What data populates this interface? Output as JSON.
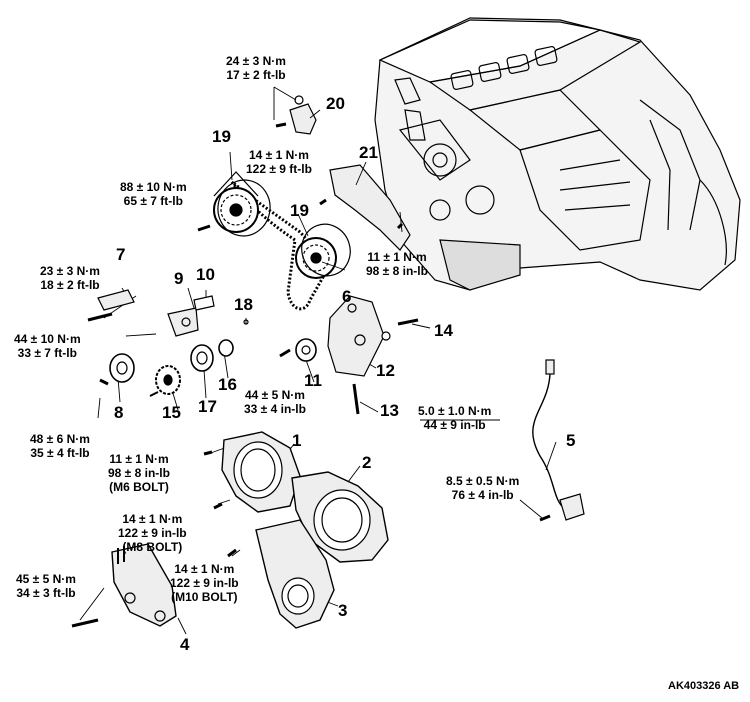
{
  "figure_code": "AK403326 AB",
  "torques": [
    {
      "id": "t20",
      "lines": [
        "24 ± 3 N·m",
        "17 ± 2 ft-lb"
      ]
    },
    {
      "id": "t21",
      "lines": [
        "14 ± 1 N·m",
        "122 ± 9 ft-lb"
      ]
    },
    {
      "id": "t19",
      "lines": [
        "88 ± 10 N·m",
        "65 ± 7 ft-lb"
      ]
    },
    {
      "id": "t6",
      "lines": [
        "11 ± 1 N·m",
        "98 ± 8 in-lb"
      ]
    },
    {
      "id": "t7",
      "lines": [
        "23 ± 3 N·m",
        "18 ± 2 ft-lb"
      ]
    },
    {
      "id": "t9",
      "lines": [
        "44 ± 10 N·m",
        "33 ± 7 ft-lb"
      ]
    },
    {
      "id": "t11",
      "lines": [
        "44 ± 5 N·m",
        "33 ± 4 in-lb"
      ]
    },
    {
      "id": "t13",
      "lines": [
        "5.0 ± 1.0 N·m",
        "44 ± 9 in-lb"
      ]
    },
    {
      "id": "t8",
      "lines": [
        "48 ± 6 N·m",
        "35 ± 4 ft-lb"
      ]
    },
    {
      "id": "t1",
      "lines": [
        "11 ± 1 N·m",
        "98 ± 8 in-lb",
        "(M6 BOLT)"
      ]
    },
    {
      "id": "t2",
      "lines": [
        "14 ± 1 N·m",
        "122 ± 9 in-lb",
        "(M8 BOLT)"
      ]
    },
    {
      "id": "t3",
      "lines": [
        "14 ± 1 N·m",
        "122 ± 9 in-lb",
        "(M10 BOLT)"
      ]
    },
    {
      "id": "t4",
      "lines": [
        "45 ± 5 N·m",
        "34 ± 3 ft-lb"
      ]
    },
    {
      "id": "t5",
      "lines": [
        "8.5 ± 0.5 N·m",
        "76 ± 4 in-lb"
      ]
    }
  ],
  "callouts": [
    "20",
    "21",
    "19",
    "19",
    "6",
    "7",
    "9",
    "10",
    "18",
    "14",
    "12",
    "11",
    "16",
    "17",
    "15",
    "8",
    "13",
    "1",
    "2",
    "5",
    "3",
    "4"
  ]
}
